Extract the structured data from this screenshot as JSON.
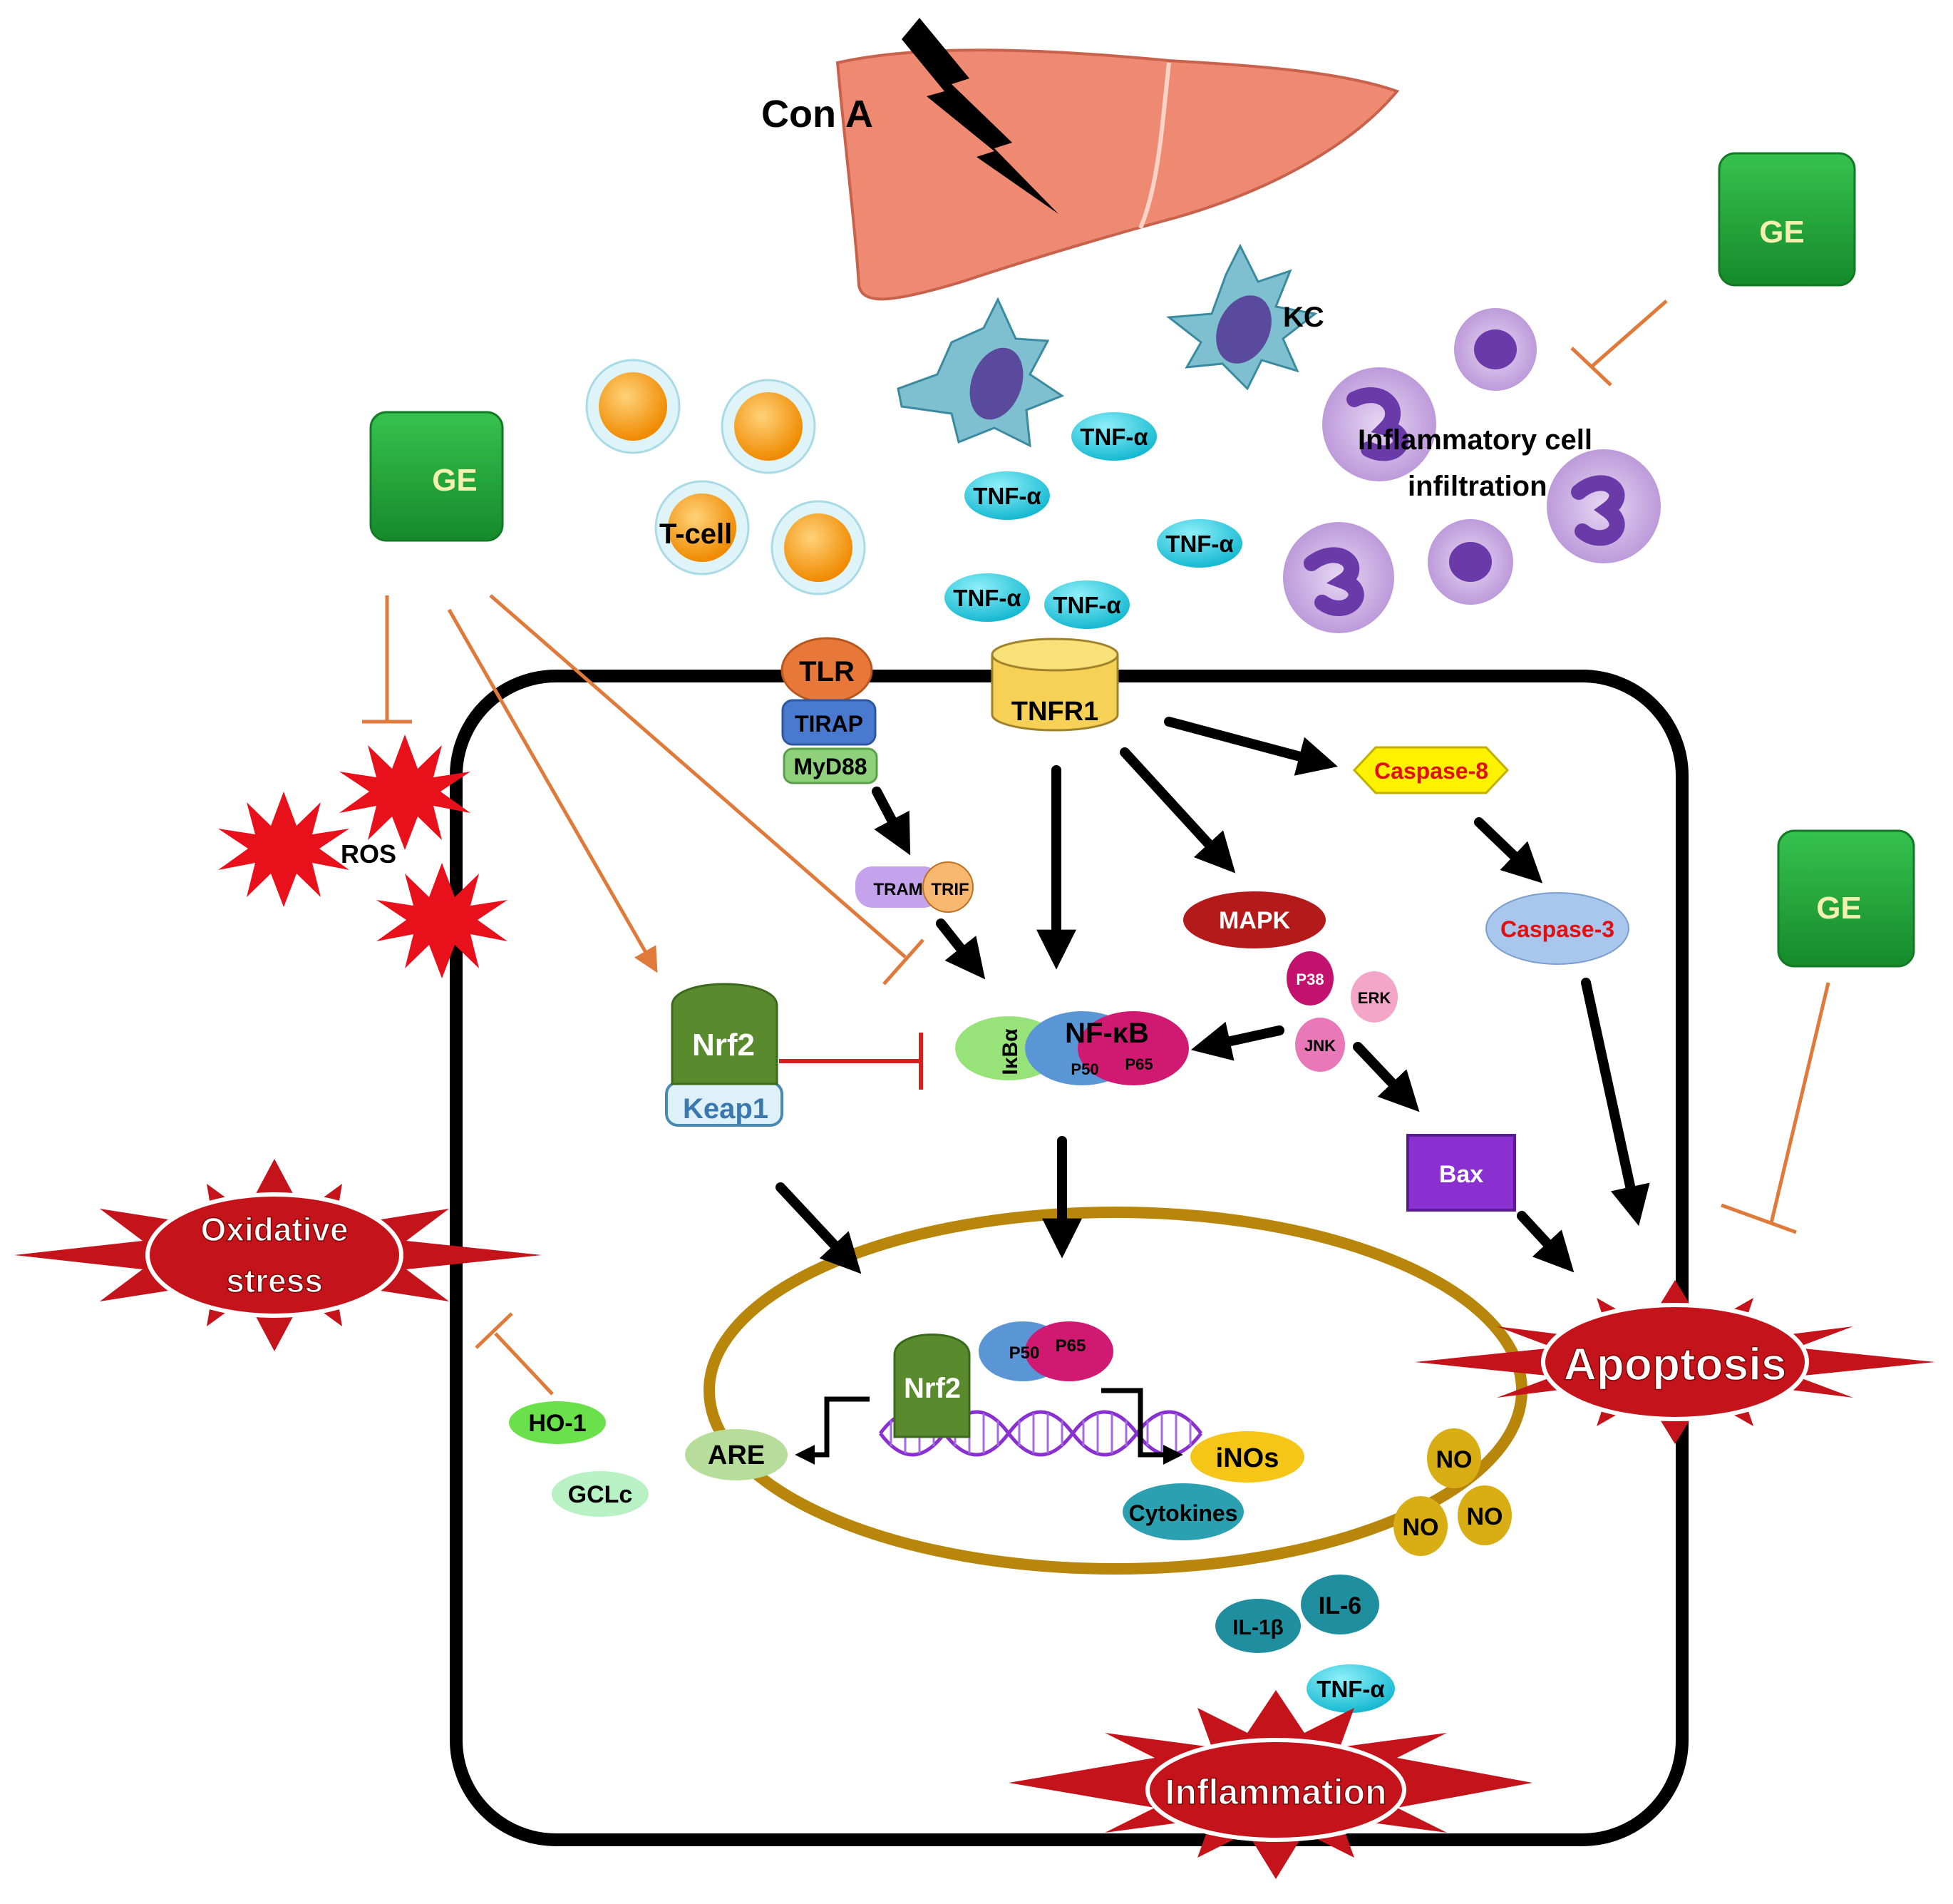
{
  "labels": {
    "con_a": "Con A",
    "kc": "KC",
    "tcell": "T-cell",
    "inflammatory_cell": "Inflammatory cell",
    "infiltration": "infiltration",
    "tnf_alpha": "TNF-α",
    "ge": "GE",
    "tlr": "TLR",
    "tirap": "TIRAP",
    "myd88": "MyD88",
    "tnfr1": "TNFR1",
    "caspase8": "Caspase-8",
    "caspase3": "Caspase-3",
    "tram": "TRAM",
    "trif": "TRIF",
    "mapk": "MAPK",
    "p38": "P38",
    "erk": "ERK",
    "jnk": "JNK",
    "ikba": "IκBα",
    "nfkb": "NF-κB",
    "p50": "P50",
    "p65": "P65",
    "nrf2": "Nrf2",
    "keap1": "Keap1",
    "bax": "Bax",
    "ros": "ROS",
    "oxidative": "Oxidative",
    "stress": "stress",
    "apoptosis": "Apoptosis",
    "inflammation": "Inflammation",
    "ho1": "HO-1",
    "gclc": "GCLc",
    "are": "ARE",
    "inos": "iNOs",
    "cytokines": "Cytokines",
    "no": "NO",
    "il1b": "IL-1β",
    "il6": "IL-6"
  },
  "colors": {
    "ge_green": "#1fa53a",
    "tnf_cyan": "#1ec8dc",
    "arrow_black": "#000000",
    "inhibit_orange": "#e07a3a",
    "inhibit_red": "#d62020",
    "star_red": "#c4131a",
    "nucleus_gold": "#b8860b",
    "liver": "#ef8a72"
  }
}
